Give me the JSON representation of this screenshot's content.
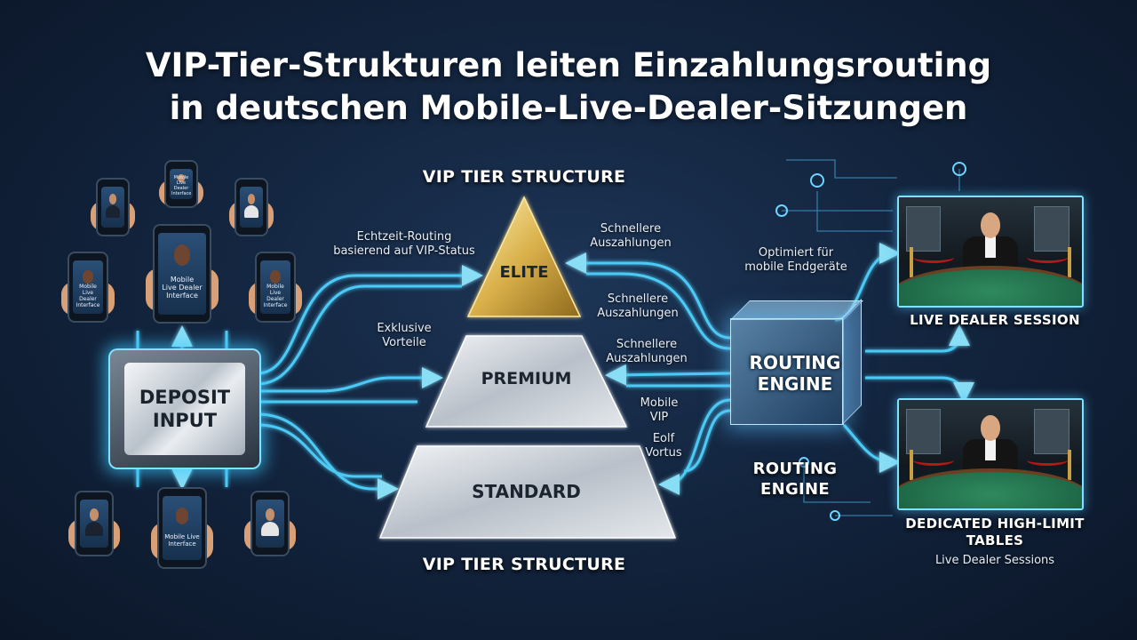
{
  "title": {
    "line1": "VIP-Tier-Strukturen leiten Einzahlungsrouting",
    "line2": "in deutschen Mobile-Live-Dealer-Sitzungen"
  },
  "pyramid": {
    "heading_top": "VIP TIER STRUCTURE",
    "heading_bottom": "VIP TIER STRUCTURE",
    "tiers": [
      "ELITE",
      "PREMIUM",
      "STANDARD"
    ]
  },
  "deposit": {
    "label_line1": "DEPOSIT",
    "label_line2": "INPUT"
  },
  "phones": {
    "center_top_text": "Mobile\nLive Dealer\nInterface",
    "center_bottom_text": "Mobile Live\nInterface",
    "left_upper_text": "Mobile\nLive Dealer\nInterface",
    "right_upper_text": "Mobile\nLive Dealer\nInterface",
    "top_center_small_text": "Mobile\nLive Dealer\nInterface"
  },
  "annotations": {
    "realtime_routing": "Echtzeit-Routing\nbasierend auf VIP-Status",
    "exclusive": "Exklusive\nVorteile",
    "faster_payout_1": "Schnellere\nAuszahlungen",
    "faster_payout_2": "Schnellere\nAuszahlungen",
    "faster_payout_3": "Schnellere\nAuszahlungen",
    "mobile_vip": "Mobile\nVIP",
    "eolf": "Eolf\nVortus",
    "optimized": "Optimiert für\nmobile Endgeräte"
  },
  "routing_engine": {
    "cube_label": "ROUTING\nENGINE",
    "below_label": "ROUTING\nENGINE"
  },
  "sessions": {
    "live_dealer": "LIVE DEALER SESSION",
    "high_limit_line1": "DEDICATED HIGH-LIMIT",
    "high_limit_line2": "TABLES",
    "high_limit_sub": "Live Dealer Sessions"
  },
  "colors": {
    "background": "#13253f",
    "glow": "#4fd3ff",
    "elite_gold": "#d8b24a",
    "silver": "#c8ced6"
  }
}
